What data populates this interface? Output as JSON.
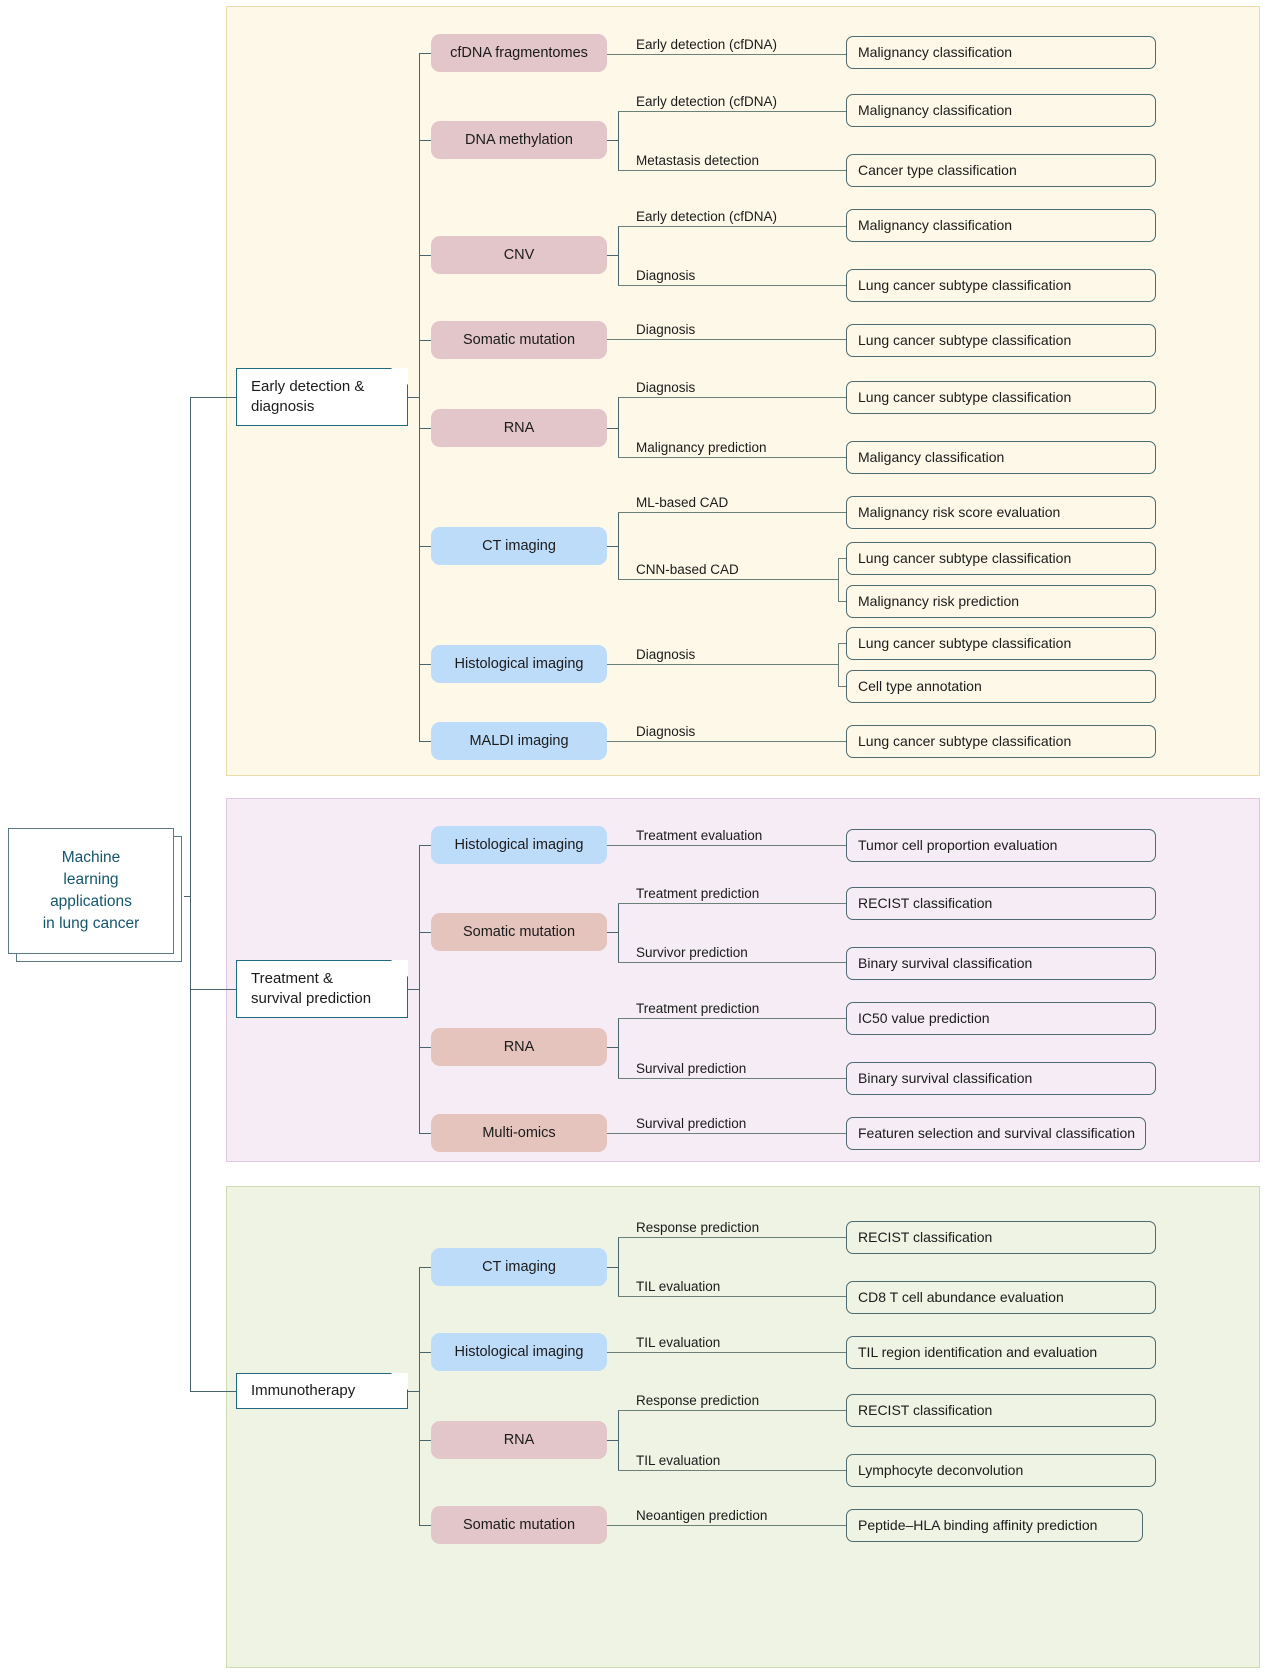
{
  "root": {
    "label": "Machine\nlearning\napplications\nin lung cancer",
    "color": "#15556b"
  },
  "palette": {
    "panel_early_bg": "#fdf8e8",
    "panel_early_border": "#e8dca8",
    "panel_treat_bg": "#f6ecf5",
    "panel_treat_border": "#e2c6e0",
    "panel_immuno_bg": "#eef3e4",
    "panel_immuno_border": "#cfdcb2",
    "omics_pill": "#e3c6c9",
    "omics_pill_warm": "#e5c4bd",
    "imaging_pill": "#bddcfa",
    "outcome_border": "#4d6b70",
    "category_border": "#20697f",
    "connector": "#6d7f79"
  },
  "sections": [
    {
      "id": "early",
      "category_label": "Early detection &\ndiagnosis",
      "rows": [
        {
          "source": "cfDNA fragmentomes",
          "kind": "omics",
          "tasks": [
            {
              "label": "Early detection (cfDNA)",
              "outcomes": [
                "Malignancy classification"
              ]
            }
          ]
        },
        {
          "source": "DNA methylation",
          "kind": "omics",
          "tasks": [
            {
              "label": "Early detection (cfDNA)",
              "outcomes": [
                "Malignancy classification"
              ]
            },
            {
              "label": "Metastasis detection",
              "outcomes": [
                "Cancer type classification"
              ]
            }
          ]
        },
        {
          "source": "CNV",
          "kind": "omics",
          "tasks": [
            {
              "label": "Early detection (cfDNA)",
              "outcomes": [
                "Malignancy classification"
              ]
            },
            {
              "label": "Diagnosis",
              "outcomes": [
                "Lung cancer subtype classification"
              ]
            }
          ]
        },
        {
          "source": "Somatic mutation",
          "kind": "omics",
          "tasks": [
            {
              "label": "Diagnosis",
              "outcomes": [
                "Lung cancer subtype classification"
              ]
            }
          ]
        },
        {
          "source": "RNA",
          "kind": "omics",
          "tasks": [
            {
              "label": "Diagnosis",
              "outcomes": [
                "Lung cancer subtype classification"
              ]
            },
            {
              "label": "Malignancy prediction",
              "outcomes": [
                "Maligancy classification"
              ]
            }
          ]
        },
        {
          "source": "CT imaging",
          "kind": "imaging",
          "tasks": [
            {
              "label": "ML-based CAD",
              "outcomes": [
                "Malignancy risk score evaluation"
              ]
            },
            {
              "label": "CNN-based CAD",
              "outcomes": [
                "Lung cancer subtype classification",
                "Malignancy risk prediction"
              ]
            }
          ]
        },
        {
          "source": "Histological imaging",
          "kind": "imaging",
          "tasks": [
            {
              "label": "Diagnosis",
              "outcomes": [
                "Lung cancer subtype classification",
                "Cell type annotation"
              ]
            }
          ]
        },
        {
          "source": "MALDI imaging",
          "kind": "imaging",
          "tasks": [
            {
              "label": "Diagnosis",
              "outcomes": [
                "Lung cancer subtype classification"
              ]
            }
          ]
        }
      ]
    },
    {
      "id": "treat",
      "category_label": "Treatment &\nsurvival prediction",
      "rows": [
        {
          "source": "Histological imaging",
          "kind": "imaging",
          "tasks": [
            {
              "label": "Treatment evaluation",
              "outcomes": [
                "Tumor cell proportion evaluation"
              ]
            }
          ]
        },
        {
          "source": "Somatic mutation",
          "kind": "omics-warm",
          "tasks": [
            {
              "label": "Treatment prediction",
              "outcomes": [
                "RECIST classification"
              ]
            },
            {
              "label": "Survivor prediction",
              "outcomes": [
                "Binary survival classification"
              ]
            }
          ]
        },
        {
          "source": "RNA",
          "kind": "omics-warm",
          "tasks": [
            {
              "label": "Treatment prediction",
              "outcomes": [
                "IC50 value prediction"
              ]
            },
            {
              "label": "Survival prediction",
              "outcomes": [
                "Binary survival classification"
              ]
            }
          ]
        },
        {
          "source": "Multi-omics",
          "kind": "omics-warm",
          "tasks": [
            {
              "label": "Survival prediction",
              "outcomes": [
                "Featuren selection and survival classification"
              ]
            }
          ]
        }
      ]
    },
    {
      "id": "immuno",
      "category_label": "Immunotherapy",
      "rows": [
        {
          "source": "CT imaging",
          "kind": "imaging",
          "tasks": [
            {
              "label": "Response prediction",
              "outcomes": [
                "RECIST classification"
              ]
            },
            {
              "label": "TIL evaluation",
              "outcomes": [
                "CD8 T cell abundance evaluation"
              ]
            }
          ]
        },
        {
          "source": "Histological imaging",
          "kind": "imaging",
          "tasks": [
            {
              "label": "TIL evaluation",
              "outcomes": [
                "TIL region identification and evaluation"
              ]
            }
          ]
        },
        {
          "source": "RNA",
          "kind": "omics",
          "tasks": [
            {
              "label": "Response prediction",
              "outcomes": [
                "RECIST classification"
              ]
            },
            {
              "label": "TIL evaluation",
              "outcomes": [
                "Lymphocyte deconvolution"
              ]
            }
          ]
        },
        {
          "source": "Somatic mutation",
          "kind": "omics",
          "tasks": [
            {
              "label": "Neoantigen prediction",
              "outcomes": [
                "Peptide–HLA binding affinity prediction"
              ]
            }
          ]
        }
      ]
    }
  ]
}
